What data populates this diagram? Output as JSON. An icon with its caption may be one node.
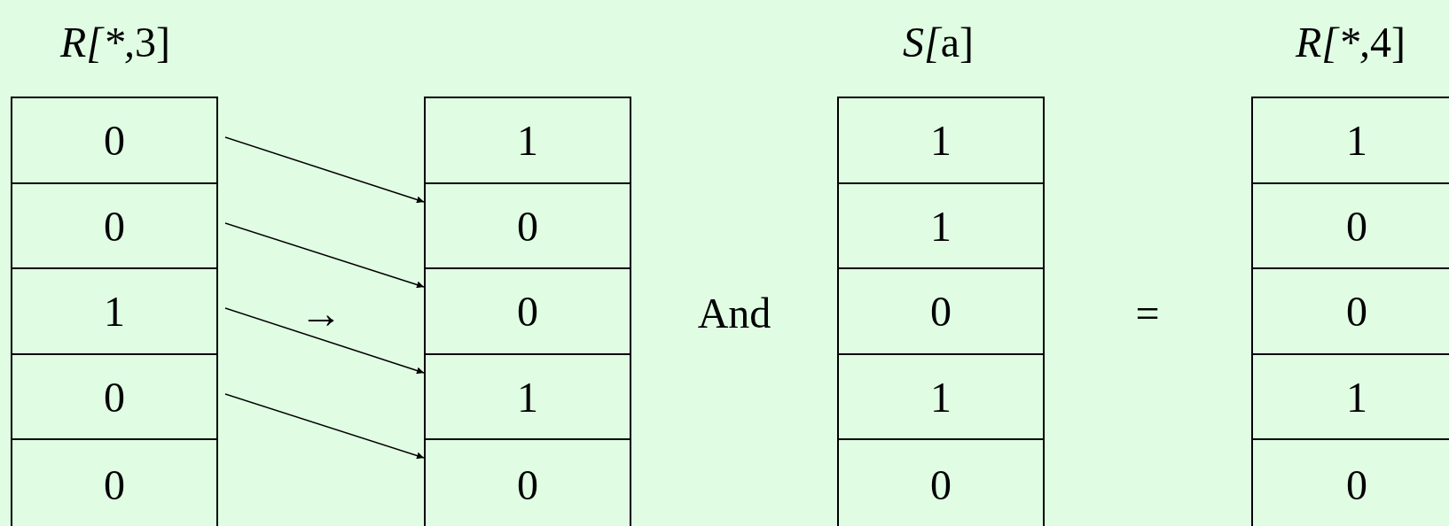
{
  "diagram": {
    "nodes": [
      {
        "text": [
          "0"
        ]
      },
      {
        "text": [
          "0"
        ]
      },
      {
        "text": [
          "1"
        ]
      },
      {
        "text": [
          "0"
        ]
      },
      {
        "text": [
          "0"
        ]
      },
      {
        "text": [
          "1"
        ]
      },
      {
        "text": [
          "0"
        ]
      },
      {
        "text": [
          "0"
        ]
      },
      {
        "text": [
          "1"
        ]
      },
      {
        "text": [
          "0"
        ]
      },
      {
        "text": [
          "1"
        ]
      },
      {
        "text": [
          "1"
        ]
      },
      {
        "text": [
          "0"
        ]
      },
      {
        "text": [
          "1"
        ]
      },
      {
        "text": [
          "0"
        ]
      },
      {
        "text": [
          "1"
        ]
      },
      {
        "text": [
          "0"
        ]
      },
      {
        "text": [
          "0"
        ]
      },
      {
        "text": [
          "1"
        ]
      },
      {
        "text": [
          "0"
        ]
      }
    ],
    "edges": [
      {
        "from": 0,
        "to": 6,
        "arrow": "to"
      },
      {
        "from": 1,
        "to": 7,
        "arrow": "to"
      },
      {
        "from": 2,
        "to": 8,
        "arrow": "to"
      },
      {
        "from": 3,
        "to": 9,
        "arrow": "to"
      }
    ],
    "labels": [
      "R[*,3]",
      "S[a]",
      "R[*,4]",
      "→",
      "And",
      "="
    ]
  }
}
